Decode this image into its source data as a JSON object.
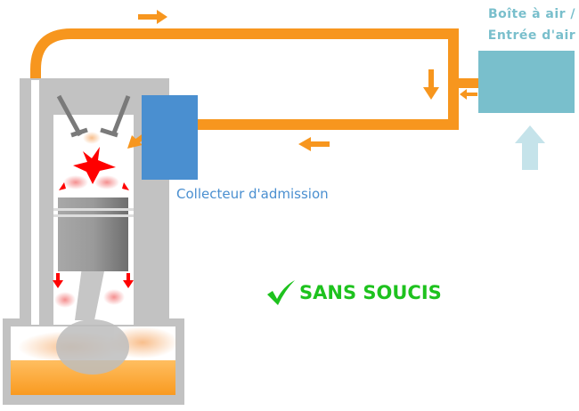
{
  "labels": {
    "air_box_line1": "Boîte à air /",
    "air_box_line2": "Entrée d'air",
    "intake_manifold": "Collecteur d'admission",
    "status": "SANS SOUCIS"
  },
  "icons": {
    "status": "check-mark-icon"
  },
  "colors": {
    "pipe": "#f7961e",
    "air_box": "#79bfcc",
    "manifold": "#4a8fd0",
    "engine": "#c0c0c0",
    "status": "#1ec21e",
    "explosion": "#ff0000"
  }
}
